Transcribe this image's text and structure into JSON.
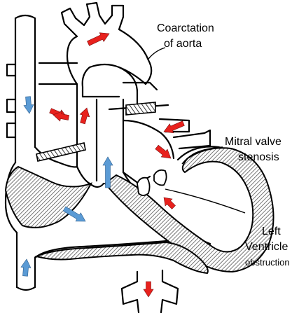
{
  "labels": {
    "coarctation_line1": "Coarctation",
    "coarctation_line2": "of aorta",
    "mitral_line1": "Mitral valve",
    "mitral_line2": "stenosis",
    "left_line1": "Left",
    "left_line2": "Ventricle",
    "left_line3": "obstruction"
  },
  "colors": {
    "outline": "#000000",
    "background": "#ffffff",
    "hatch": "#555555",
    "red_arrow": "#e8211d",
    "blue_arrow": "#5b9bd5"
  },
  "arrows": {
    "red": [
      {
        "name": "aortic-arch-flow-arrow-icon"
      },
      {
        "name": "pulmonary-artery-flow-arrow-icon"
      },
      {
        "name": "pulmonary-vein-left-arrow-icon"
      },
      {
        "name": "pulmonary-vein-right-arrow-icon"
      },
      {
        "name": "mitral-inflow-arrow-icon"
      },
      {
        "name": "lv-outflow-arrow-icon"
      },
      {
        "name": "descending-aorta-arrow-icon"
      },
      {
        "name": "ductus-flow-arrow-icon"
      }
    ],
    "blue": [
      {
        "name": "superior-vena-cava-arrow-icon"
      },
      {
        "name": "inferior-vena-cava-arrow-icon"
      },
      {
        "name": "right-atrium-arrow-icon"
      },
      {
        "name": "right-ventricle-outflow-arrow-icon"
      }
    ]
  }
}
